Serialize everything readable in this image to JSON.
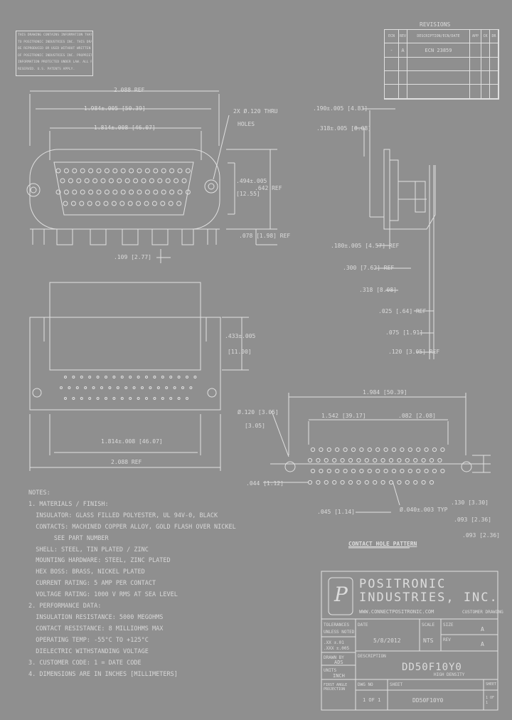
{
  "prop_notice": [
    "THIS DRAWING CONTAINS INFORMATION THAT IS PROPRIETARY",
    "TO POSITRONIC INDUSTRIES INC. THIS DRAWING MAY NOT",
    "BE REPRODUCED OR USED WITHOUT WRITTEN CONSENT",
    "OF POSITRONIC INDUSTRIES INC. PROPRIETARY",
    "INFORMATION PROTECTED UNDER LAW. ALL RIGHTS",
    "RESERVED. U.S. PATENTS APPLY."
  ],
  "revision_table": {
    "title": "REVISIONS",
    "headers": [
      "ECN",
      "REV",
      "DESCRIPTION/ECN/DATE",
      "APP",
      "CK",
      "DR"
    ],
    "rows": [
      [
        "-",
        "A",
        "ECN 23859",
        "",
        "",
        ""
      ],
      [
        "",
        "",
        "",
        "",
        "",
        ""
      ],
      [
        "",
        "",
        "",
        "",
        "",
        ""
      ],
      [
        "",
        "",
        "",
        "",
        "",
        ""
      ]
    ]
  },
  "front_view": {
    "overall_width": "2.088 REF",
    "mounting_spacing": "1.984±.005 [50.39]",
    "shell_width": "1.814±.008 [46.07]",
    "hole_label": "2X Ø.120 THRU",
    "hole_note": "HOLES",
    "shell_height_a": ".494±.005",
    "shell_height_a_metric": "[12.55]",
    "overall_height": ".642 REF",
    "tail_length": ".078 [1.98] REF",
    "contact_row_spacing": ".109 [2.77]"
  },
  "side_view": {
    "board_offset_top": ".190±.005 [4.83]",
    "board_offset": ".318±.005 [8.08]",
    "dim_1": ".180±.005 [4.57] REF",
    "dim_2": ".300 [7.62] REF",
    "dim_3": ".318 [8.08]",
    "dim_4": ".025 [.64] REF",
    "dim_5": ".075 [1.91]",
    "dim_6": ".120 [3.05] REF"
  },
  "bottom_view": {
    "body_height": ".433±.005",
    "body_height_metric": "[11.00]",
    "inner_width": "1.814±.008 [46.07]",
    "overall_width": "2.088 REF"
  },
  "hole_pattern": {
    "overall": "1.984 [50.39]",
    "hole_dia_1": "Ø.120 [3.05]",
    "hole_dia_2": "[3.05]",
    "pitch_a": "1.542 [39.17]",
    "pitch_b": ".082 [2.08]",
    "row_dim": ".044 [1.12]",
    "bottom_dim_a": ".045 [1.14]",
    "bottom_dim_b": "Ø.040±.003 TYP",
    "right_dim_a": ".130 [3.30]",
    "right_dim_b": ".093 [2.36]",
    "right_dim_c": ".093 [2.36]",
    "title": "CONTACT HOLE PATTERN"
  },
  "notes": [
    "NOTES:",
    "1. MATERIALS / FINISH:",
    "  INSULATOR: GLASS FILLED POLYESTER, UL 94V-0, BLACK",
    "  CONTACTS: MACHINED COPPER ALLOY, GOLD FLASH OVER NICKEL",
    "       SEE PART NUMBER",
    "  SHELL: STEEL, TIN PLATED / ZINC",
    "  MOUNTING HARDWARE: STEEL, ZINC PLATED",
    "  HEX BOSS: BRASS, NICKEL PLATED",
    "  CURRENT RATING: 5 AMP PER CONTACT",
    "  VOLTAGE RATING: 1000 V RMS AT SEA LEVEL",
    "2. PERFORMANCE DATA:",
    "  INSULATION RESISTANCE: 5000 MEGOHMS",
    "  CONTACT RESISTANCE: 8 MILLIOHMS MAX",
    "  OPERATING TEMP: -55°C TO +125°C",
    "  DIELECTRIC WITHSTANDING VOLTAGE",
    "3. CUSTOMER CODE: 1 = DATE CODE",
    "4. DIMENSIONS ARE IN INCHES [MILLIMETERS]"
  ],
  "title_block": {
    "company_line1": "POSITRONIC",
    "company_line2": "INDUSTRIES, INC.",
    "address": "WWW.CONNECTPOSITRONIC.COM",
    "doc_label": "CUSTOMER DRAWING",
    "tol_label": "TOLERANCES",
    "tol_value": "UNLESS NOTED",
    "tol_value2": ".XX ±.01",
    "tol_value3": ".XXX ±.005",
    "drawn_label": "DRAWN BY",
    "drawn_value": "ADS",
    "date_label": "DATE",
    "date_value": "5/8/2012",
    "scale_label": "SCALE",
    "scale_value": "NTS",
    "sheet_label": "SHEET",
    "sheet_value": "1 OF 1",
    "part_number": "DD50F10Y0",
    "size_label": "SIZE",
    "size_value": "A",
    "dwg_label": "DWG NO",
    "dwg_value": "DD50F10Y0",
    "rev_label": "REV",
    "rev_value": "A",
    "desc_label": "DESCRIPTION",
    "desc_value": "HIGH DENSITY",
    "units_label": "UNITS",
    "units_value": "INCH",
    "first_angle": "FIRST ANGLE PROJECTION",
    "sh_label": "SHEET",
    "sh_value": "1 OF 1",
    "logo_letter": "P"
  }
}
